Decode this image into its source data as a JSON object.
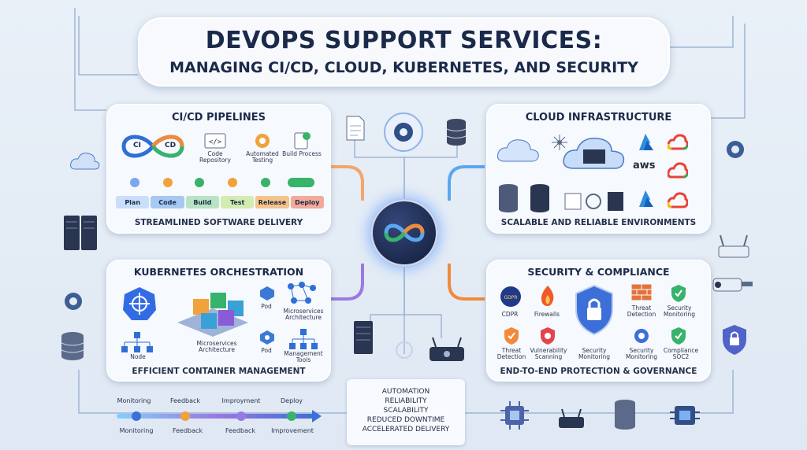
{
  "title": {
    "line1": "DEVOPS SUPPORT SERVICES:",
    "line2": "MANAGING CI/CD, CLOUD, KUBERNETES, AND SECURITY"
  },
  "cicd": {
    "title": "CI/CD PIPELINES",
    "logo_left": "CI",
    "logo_right": "CD",
    "steps": [
      "Code Repository",
      "Automated Testing",
      "Build Process"
    ],
    "stages": [
      "Plan",
      "Code",
      "Build",
      "Test",
      "Release",
      "Deploy"
    ],
    "footer": "STREAMLINED SOFTWARE DELIVERY"
  },
  "cloud": {
    "title": "CLOUD INFRASTRUCTURE",
    "aws": "aws",
    "footer": "SCALABLE AND RELIABLE ENVIRONMENTS"
  },
  "k8s": {
    "title": "KUBERNETES ORCHESTRATION",
    "labels": {
      "node": "Node",
      "micro_center": "Microservices Architecture",
      "pod1": "Pod",
      "pod2": "Pod",
      "micro_right": "Microservices Architecture",
      "mgmt": "Management Tools"
    },
    "footer": "EFFICIENT CONTAINER MANAGEMENT"
  },
  "security": {
    "title": "SECURITY & COMPLIANCE",
    "gdpr_badge": "GDPR",
    "labels": {
      "gdpr": "CDPR",
      "firewalls": "Firewalls",
      "threat_top": "Threat Detection",
      "monitor_top": "Security Monitoring",
      "threat_bottom": "Threat Detection",
      "vuln": "Vulnerability Scanning",
      "monitor_center": "Security Monitoring",
      "monitor_bottom": "Security Monitoring",
      "compliance": "Compliance SOC2"
    },
    "footer": "END-TO-END PROTECTION & GOVERNANCE"
  },
  "feedback": {
    "top": [
      "Monitoring",
      "Feedback",
      "Improyment",
      "Deploy"
    ],
    "bottom": [
      "Monitoring",
      "Feedback",
      "Feedback",
      "Improvement"
    ]
  },
  "benefits": [
    "AUTOMATION",
    "RELIABILITY",
    "SCALABILITY",
    "REDUCED DOWNTIME",
    "ACCELERATED DELIVERY"
  ],
  "colors": {
    "accent_blue": "#2f6fd6",
    "accent_orange": "#f08a3c",
    "accent_green": "#37b36b",
    "accent_purple": "#8a5bd6",
    "navy": "#1b2a4a"
  }
}
